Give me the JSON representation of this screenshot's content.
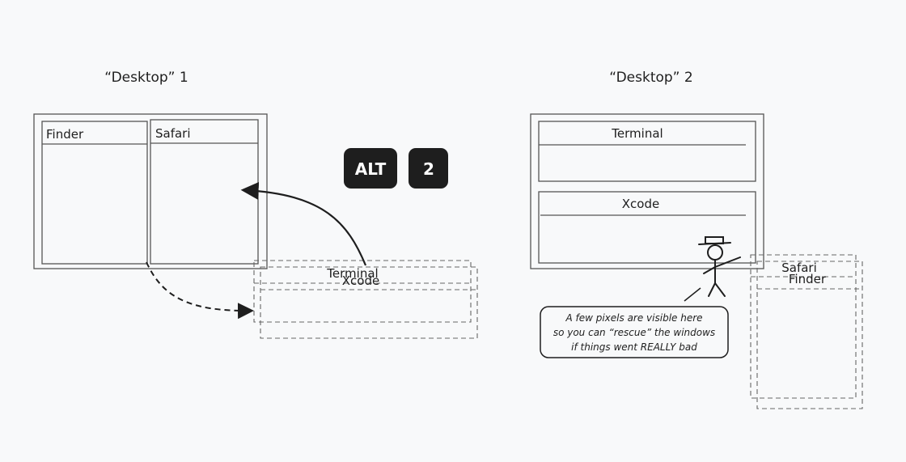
{
  "desktop1": {
    "title": "“Desktop” 1",
    "windows": {
      "finder": "Finder",
      "safari": "Safari"
    },
    "offscreen": {
      "terminal": "Terminal",
      "xcode": "Xcode"
    }
  },
  "shortcut": {
    "modifier": "ALT",
    "key": "2"
  },
  "desktop2": {
    "title": "“Desktop” 2",
    "windows": {
      "terminal": "Terminal",
      "xcode": "Xcode"
    },
    "offscreen": {
      "safari": "Safari",
      "finder": "Finder"
    }
  },
  "callout": {
    "lines": [
      "A few pixels are visible here",
      "so you can “rescue” the windows",
      "if things went REALLY bad"
    ]
  }
}
